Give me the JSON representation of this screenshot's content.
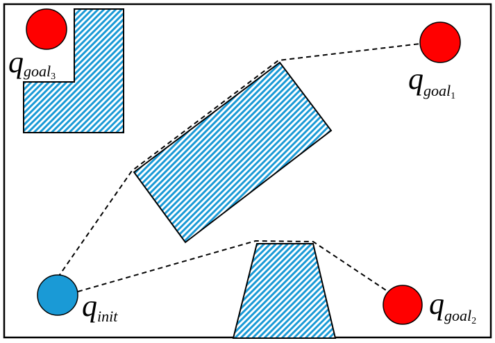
{
  "colors": {
    "obstacle_hatch": "#1a9ad6",
    "goal": "#ff0000",
    "init": "#1a9ad6",
    "outline": "#000000"
  },
  "labels": {
    "q": "q",
    "init_sub": "init",
    "goal1_sub": "goal",
    "goal1_idx": "1",
    "goal2_sub": "goal",
    "goal2_idx": "2",
    "goal3_sub": "goal",
    "goal3_idx": "3"
  }
}
